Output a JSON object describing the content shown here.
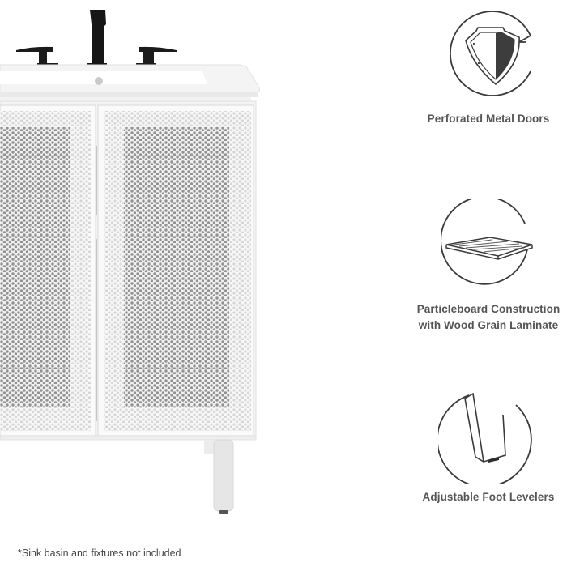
{
  "features": [
    {
      "label": "Perforated Metal Doors",
      "icon": "shield-icon"
    },
    {
      "label_line1": "Particleboard Construction",
      "label_line2": "with Wood Grain Laminate",
      "icon": "wood-panel-icon"
    },
    {
      "label": "Adjustable Foot Levelers",
      "icon": "foot-leveler-icon"
    }
  ],
  "footnote": "*Sink basin and fixtures not included",
  "colors": {
    "background": "#ffffff",
    "icon_stroke": "#3a3a3a",
    "label_text": "#555555",
    "faucet": "#1a1a1a",
    "vanity_white": "#f5f5f5"
  }
}
